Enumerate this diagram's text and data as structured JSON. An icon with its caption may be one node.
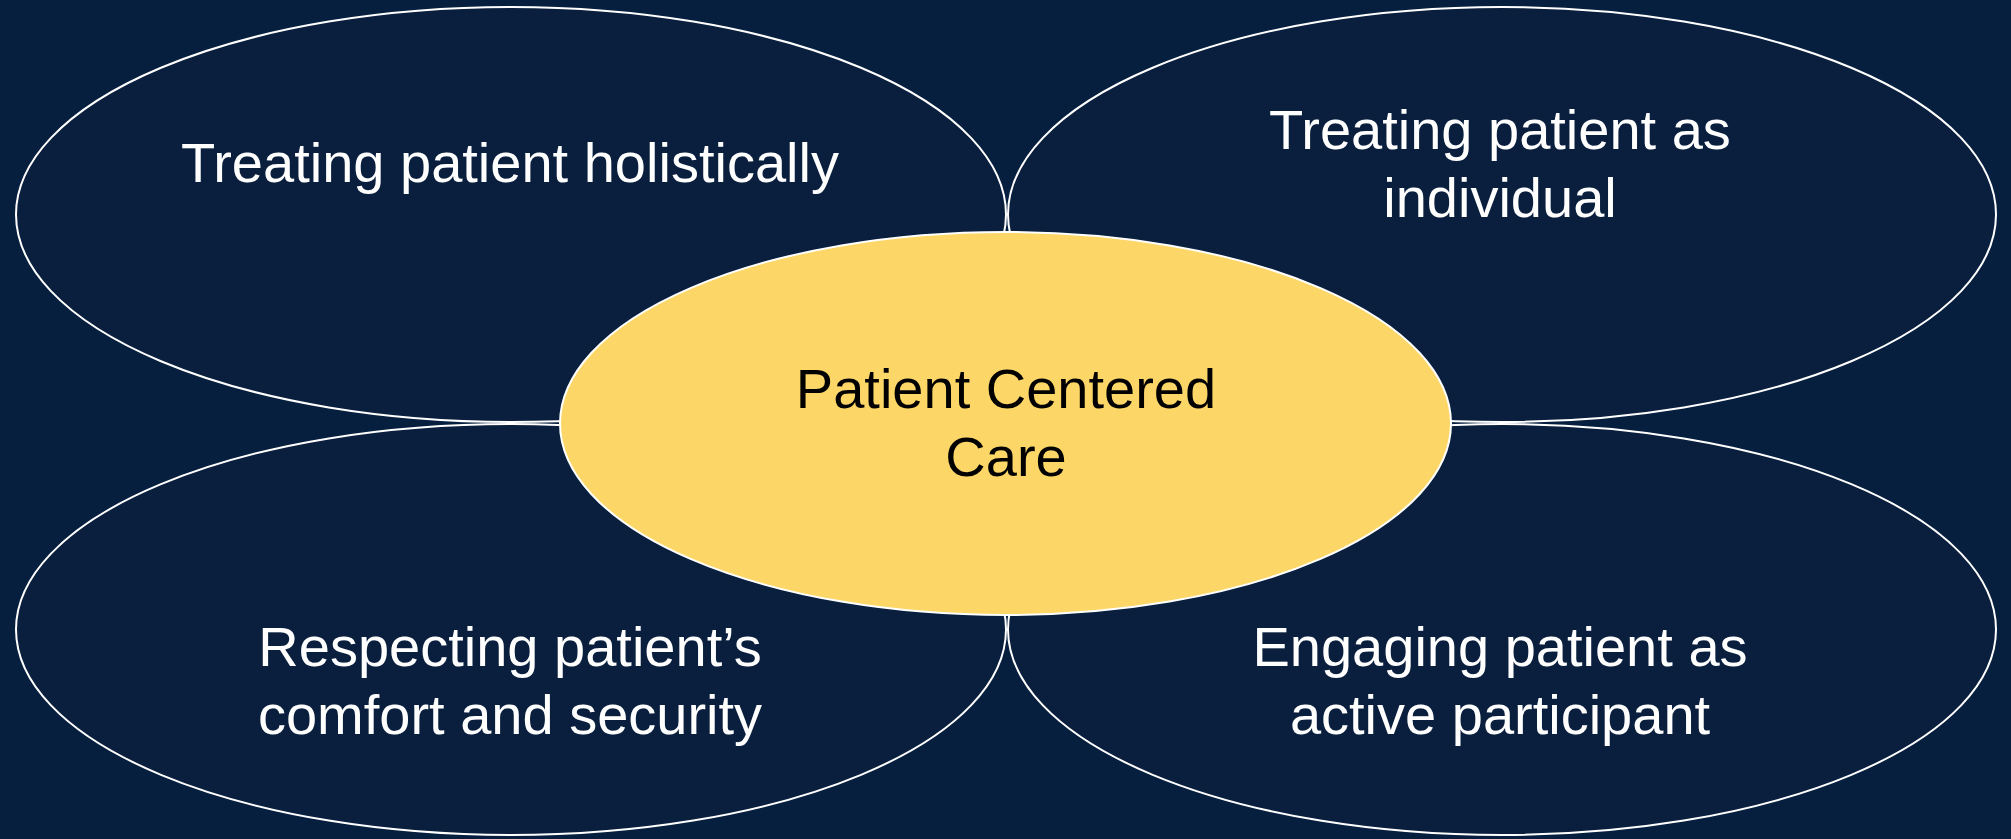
{
  "diagram": {
    "nodes": [
      {
        "text": [
          "Treating patient holistically"
        ]
      },
      {
        "text": [
          "Treating patient as individual"
        ]
      },
      {
        "text": [
          "Patient Centered Care"
        ]
      },
      {
        "text": [
          "Respecting patient’s comfort and security"
        ]
      },
      {
        "text": [
          "Engaging patient as active participant"
        ]
      }
    ]
  }
}
